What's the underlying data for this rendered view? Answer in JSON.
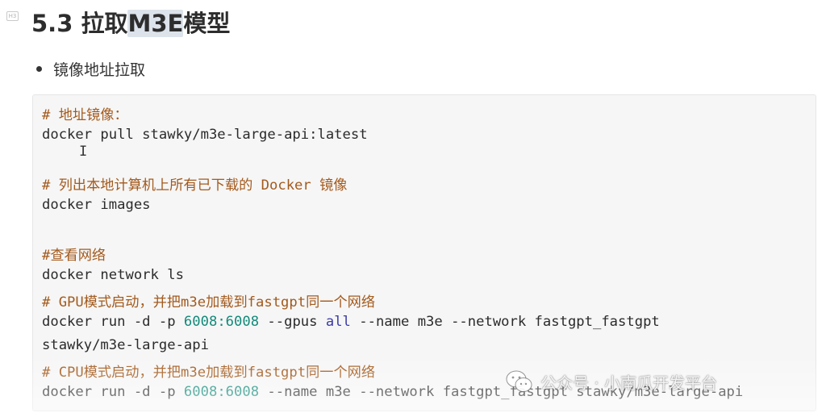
{
  "heading": {
    "badge": "H3",
    "prefix": "5.3 拉取",
    "highlight": "M3E",
    "suffix": "模型"
  },
  "bullet": {
    "text": "镜像地址拉取"
  },
  "code": {
    "line1": "# 地址镜像：",
    "line2": "docker pull stawky/m3e-large-api:latest",
    "cursor": "I",
    "line3": "# 列出本地计算机上所有已下载的 Docker 镜像",
    "line4": "docker images",
    "line5": "#查看网络",
    "line6": "docker network ls",
    "line7": "# GPU模式启动，并把m3e加载到fastgpt同一个网络",
    "line8a": "docker run -d -p ",
    "line8b": "6008:6008",
    "line8c": " --gpus ",
    "line8d": "all",
    "line8e": " --name m3e --network fastgpt_fastgpt",
    "line9": "stawky/m3e-large-api",
    "line10": "# CPU模式启动，并把m3e加载到fastgpt同一个网络",
    "line11a": "docker run -d -p ",
    "line11b": "6008:6008",
    "line11c": " --name m3e --network fastgpt_fastgpt stawky/m3e-large-api"
  },
  "watermark": {
    "text": "公众号 · 小南瓜开发平台",
    "icon": "wechat-icon"
  },
  "colors": {
    "comment": "#a35a1d",
    "number": "#128a7a",
    "keyword": "#3b3ba6",
    "code_bg": "#f6f6f6"
  }
}
